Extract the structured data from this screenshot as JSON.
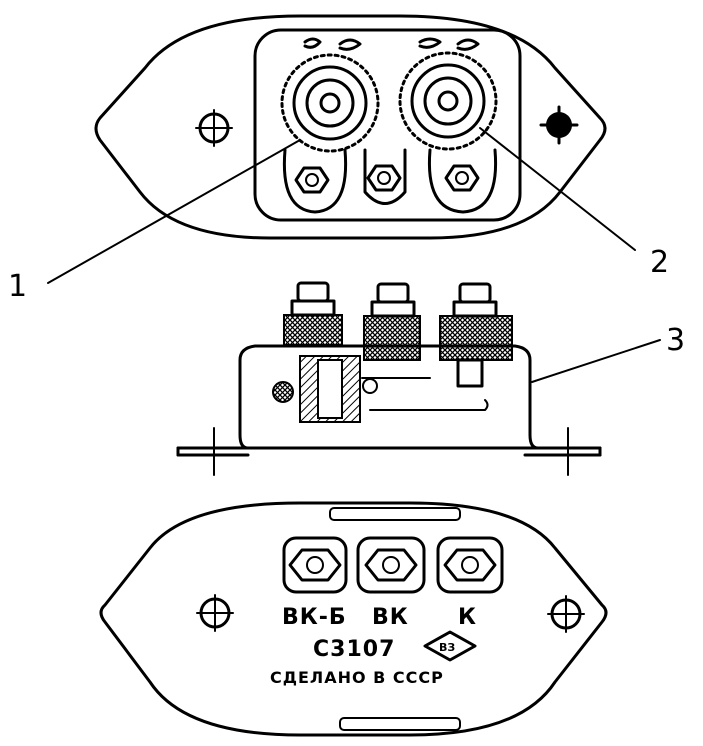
{
  "callouts": {
    "one": "1",
    "two": "2",
    "three": "3"
  },
  "bottom_view": {
    "terminal_labels": [
      "ВК-Б",
      "ВК",
      "К"
    ],
    "model": "С3107",
    "origin": "СДЕЛАНО В СССР",
    "mark": "ВЗ"
  }
}
